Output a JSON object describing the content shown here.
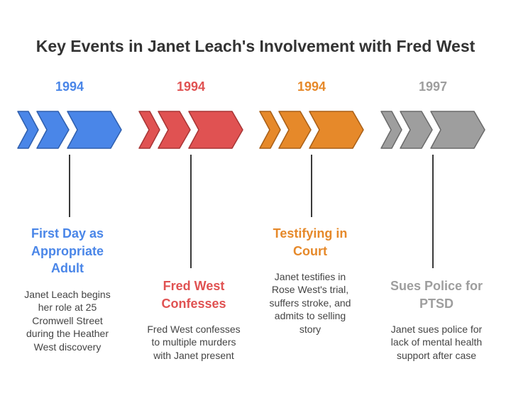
{
  "title": "Key Events in Janet Leach's Involvement with Fred West",
  "events": [
    {
      "year": "1994",
      "color": "#4a86e8",
      "stroke": "#2f5fae",
      "heading_lines": [
        "First Day as",
        "Appropriate",
        "Adult"
      ],
      "description_lines": [
        "Janet Leach begins",
        "her role at 25",
        "Cromwell Street",
        "during the Heather",
        "West discovery"
      ]
    },
    {
      "year": "1994",
      "color": "#e05252",
      "stroke": "#a83535",
      "heading_lines": [
        "Fred West",
        "Confesses"
      ],
      "description_lines": [
        "Fred West confesses",
        "to multiple murders",
        "with Janet present"
      ]
    },
    {
      "year": "1994",
      "color": "#e6892a",
      "stroke": "#a85f17",
      "heading_lines": [
        "Testifying in",
        "Court"
      ],
      "description_lines": [
        "Janet testifies in",
        "Rose West's trial,",
        "suffers stroke, and",
        "admits to selling",
        "story"
      ]
    },
    {
      "year": "1997",
      "color": "#9e9e9e",
      "stroke": "#6a6a6a",
      "heading_lines": [
        "Sues Police for",
        "PTSD"
      ],
      "description_lines": [
        "Janet sues police for",
        "lack of mental health",
        "support after case"
      ]
    }
  ]
}
